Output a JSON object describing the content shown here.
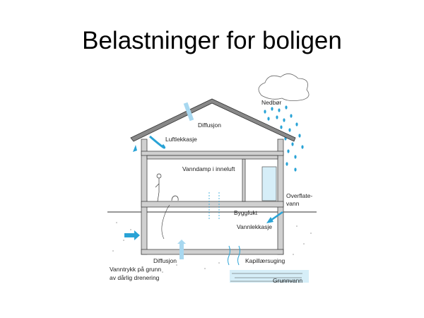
{
  "title": "Belastninger for boligen",
  "diagram": {
    "labels": {
      "precipitation": "Nedbør",
      "diffusion_roof": "Diffusjon",
      "air_leakage": "Luftlekkasje",
      "water_vapour": "Vanndamp i inneluft",
      "surface_water_1": "Overflate-",
      "surface_water_2": "vann",
      "building_moisture": "Byggfukt",
      "water_leakage": "Vannlekkasje",
      "diffusion_ground": "Diffusjon",
      "capillary": "Kapillærsuging",
      "water_pressure_1": "Vanntrykk på grunn",
      "water_pressure_2": "av dårlig drenering",
      "groundwater": "Grunnvann"
    },
    "colors": {
      "arrow": "#29a3d6",
      "light_arrow": "#a8d8f0",
      "wall": "#d0d0d0"
    }
  }
}
